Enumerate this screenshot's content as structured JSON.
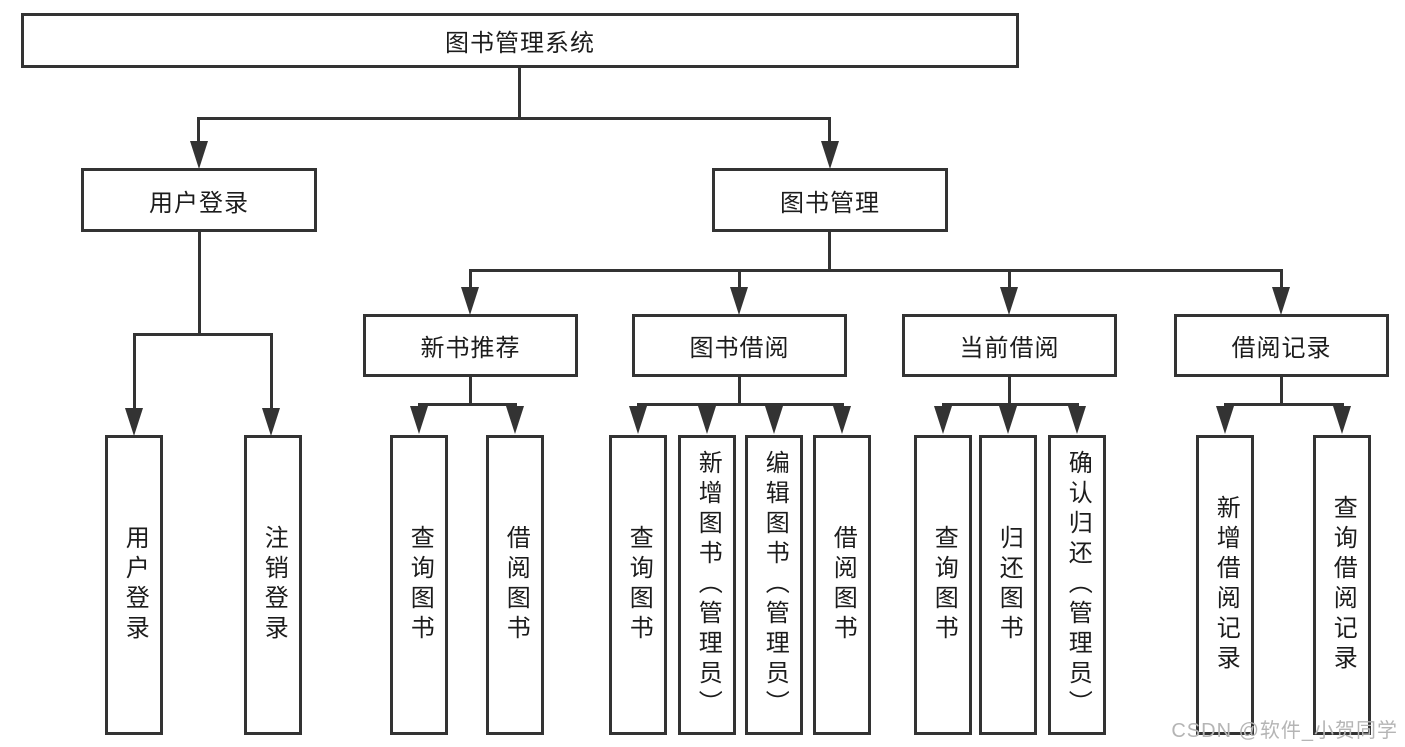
{
  "tree": {
    "label": "图书管理系统",
    "children": [
      {
        "label": "用户登录",
        "children": [
          {
            "label": "用户登录"
          },
          {
            "label": "注销登录"
          }
        ]
      },
      {
        "label": "图书管理",
        "children": [
          {
            "label": "新书推荐",
            "children": [
              {
                "label": "查询图书"
              },
              {
                "label": "借阅图书"
              }
            ]
          },
          {
            "label": "图书借阅",
            "children": [
              {
                "label": "查询图书"
              },
              {
                "label": "新增图书（管理员）"
              },
              {
                "label": "编辑图书（管理员）"
              },
              {
                "label": "借阅图书"
              }
            ]
          },
          {
            "label": "当前借阅",
            "children": [
              {
                "label": "查询图书"
              },
              {
                "label": "归还图书"
              },
              {
                "label": "确认归还（管理员）"
              }
            ]
          },
          {
            "label": "借阅记录",
            "children": [
              {
                "label": "新增借阅记录"
              },
              {
                "label": "查询借阅记录"
              }
            ]
          }
        ]
      }
    ]
  },
  "watermark": {
    "text": "CSDN @软件_小贺同学"
  },
  "colors": {
    "line": "#333333",
    "box_border": "#333333",
    "text": "#1c1c1c",
    "watermark": "#b5b5b5",
    "background": "#ffffff"
  }
}
